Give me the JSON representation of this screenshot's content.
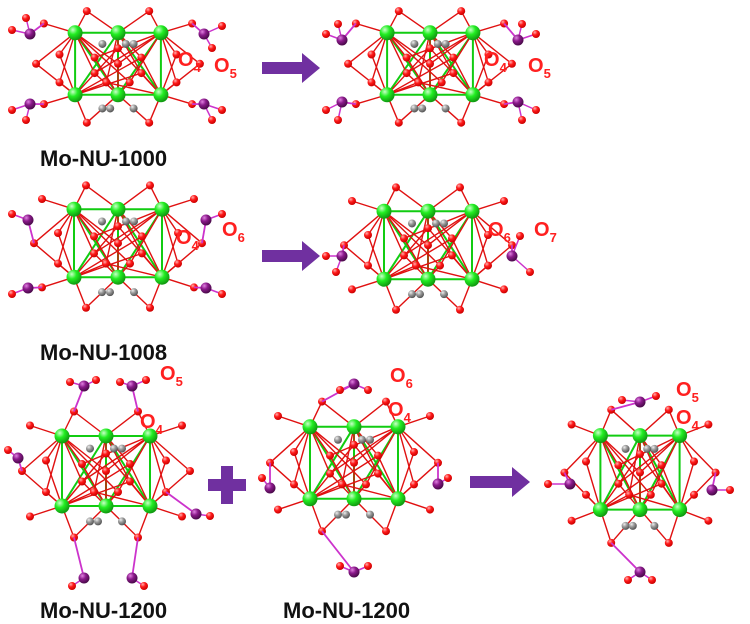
{
  "colors": {
    "oxygen": "#ff1a1a",
    "oxygen_dark": "#cc0000",
    "zr_metal": "#22ee22",
    "zr_dark": "#119911",
    "mo": "#8b1a8b",
    "mo_bond": "#cc33cc",
    "carbon": "#9a9a9a",
    "arrow": "#7030a0",
    "bond_red": "#e01010",
    "bond_green": "#11cc11",
    "label_red": "#ff2020"
  },
  "captions": {
    "r1": "Mo-NU-1000",
    "r2": "Mo-NU-1008",
    "r3a": "Mo-NU-1200",
    "r3b": "Mo-NU-1200"
  },
  "labels": {
    "r1_left": [
      {
        "t": "O",
        "s": "4"
      },
      {
        "t": "O",
        "s": "5"
      }
    ],
    "r1_right": [
      {
        "t": "O",
        "s": "4"
      },
      {
        "t": "O",
        "s": "5"
      }
    ],
    "r2_left": [
      {
        "t": "O",
        "s": "4"
      },
      {
        "t": "O",
        "s": "6"
      }
    ],
    "r2_right": [
      {
        "t": "O",
        "s": "6"
      },
      {
        "t": "O",
        "s": "7"
      }
    ],
    "r3_a": [
      {
        "t": "O",
        "s": "5"
      },
      {
        "t": "O",
        "s": "4"
      }
    ],
    "r3_b": [
      {
        "t": "O",
        "s": "6"
      },
      {
        "t": "O",
        "s": "4"
      }
    ],
    "r3_c": [
      {
        "t": "O",
        "s": "5"
      },
      {
        "t": "O",
        "s": "4"
      }
    ]
  },
  "icons": [
    "reaction-arrow-icon",
    "plus-sign-icon"
  ]
}
